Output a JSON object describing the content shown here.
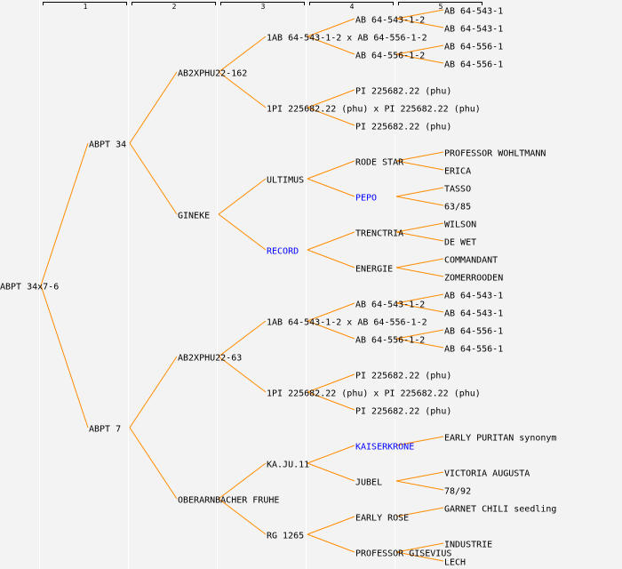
{
  "colors": {
    "line": "#ff8c00",
    "text": "#000000",
    "highlight": "#0000ff",
    "background": "#f3f3f3",
    "grid": "#ffffff"
  },
  "generation_headers": [
    "1",
    "2",
    "3",
    "4",
    "5"
  ],
  "tree": {
    "label": "ABPT 34x7-6",
    "children": [
      {
        "label": "ABPT 34",
        "children": [
          {
            "label": "AB2XPHU22-162",
            "children": [
              {
                "label": "1AB 64-543-1-2 x AB 64-556-1-2",
                "children": [
                  {
                    "label": "AB 64-543-1-2",
                    "children": [
                      {
                        "label": "AB 64-543-1"
                      },
                      {
                        "label": "AB 64-543-1"
                      }
                    ]
                  },
                  {
                    "label": "AB 64-556-1-2",
                    "children": [
                      {
                        "label": "AB 64-556-1"
                      },
                      {
                        "label": "AB 64-556-1"
                      }
                    ]
                  }
                ]
              },
              {
                "label": "1PI 225682.22 (phu) x PI 225682.22 (phu)",
                "children": [
                  {
                    "label": "PI 225682.22 (phu)"
                  },
                  {
                    "label": "PI 225682.22 (phu)"
                  }
                ]
              }
            ]
          },
          {
            "label": "GINEKE",
            "children": [
              {
                "label": "ULTIMUS",
                "children": [
                  {
                    "label": "RODE STAR",
                    "children": [
                      {
                        "label": "PROFESSOR WOHLTMANN"
                      },
                      {
                        "label": "ERICA"
                      }
                    ]
                  },
                  {
                    "label": "PEPO",
                    "highlight": true,
                    "children": [
                      {
                        "label": "TASSO"
                      },
                      {
                        "label": "63/85"
                      }
                    ]
                  }
                ]
              },
              {
                "label": "RECORD",
                "highlight": true,
                "children": [
                  {
                    "label": "TRENCTRIA",
                    "children": [
                      {
                        "label": "WILSON"
                      },
                      {
                        "label": "DE WET"
                      }
                    ]
                  },
                  {
                    "label": "ENERGIE",
                    "children": [
                      {
                        "label": "COMMANDANT"
                      },
                      {
                        "label": "ZOMERROODEN"
                      }
                    ]
                  }
                ]
              }
            ]
          }
        ]
      },
      {
        "label": "ABPT 7",
        "children": [
          {
            "label": "AB2XPHU22-63",
            "children": [
              {
                "label": "1AB 64-543-1-2 x AB 64-556-1-2",
                "children": [
                  {
                    "label": "AB 64-543-1-2",
                    "children": [
                      {
                        "label": "AB 64-543-1"
                      },
                      {
                        "label": "AB 64-543-1"
                      }
                    ]
                  },
                  {
                    "label": "AB 64-556-1-2",
                    "children": [
                      {
                        "label": "AB 64-556-1"
                      },
                      {
                        "label": "AB 64-556-1"
                      }
                    ]
                  }
                ]
              },
              {
                "label": "1PI 225682.22 (phu) x PI 225682.22 (phu)",
                "children": [
                  {
                    "label": "PI 225682.22 (phu)"
                  },
                  {
                    "label": "PI 225682.22 (phu)"
                  }
                ]
              }
            ]
          },
          {
            "label": "OBERARNBACHER FRUHE",
            "children": [
              {
                "label": "KA.JU.11",
                "children": [
                  {
                    "label": "KAISERKRONE",
                    "highlight": true,
                    "children": [
                      {
                        "label": "EARLY PURITAN synonym"
                      },
                      null
                    ]
                  },
                  {
                    "label": "JUBEL",
                    "children": [
                      {
                        "label": "VICTORIA AUGUSTA"
                      },
                      {
                        "label": "78/92"
                      }
                    ]
                  }
                ]
              },
              {
                "label": "RG 1265",
                "children": [
                  {
                    "label": "EARLY ROSE",
                    "children": [
                      {
                        "label": "GARNET CHILI seedling"
                      },
                      null
                    ]
                  },
                  {
                    "label": "PROFESSOR GISEVIUS",
                    "children": [
                      {
                        "label": "INDUSTRIE"
                      },
                      {
                        "label": "LECH"
                      }
                    ]
                  }
                ]
              }
            ]
          }
        ]
      }
    ]
  }
}
